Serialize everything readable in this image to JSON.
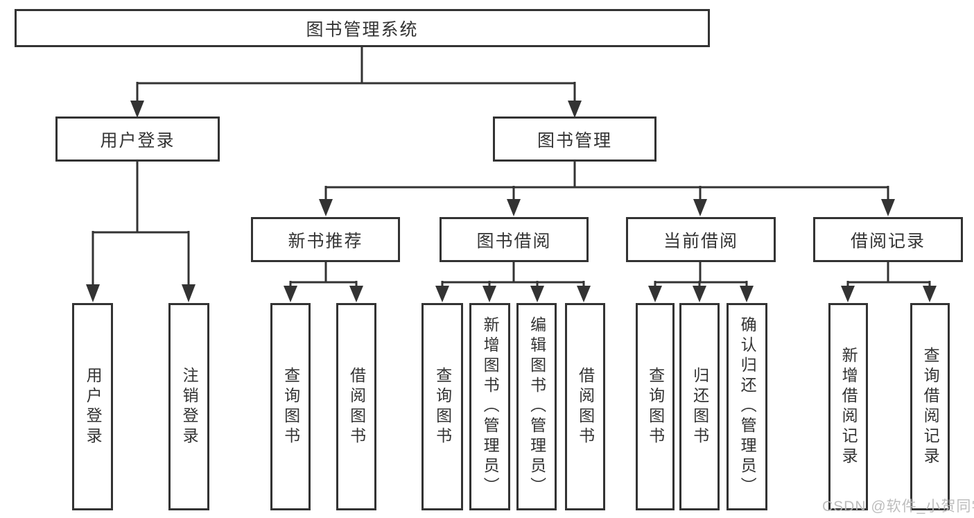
{
  "root": {
    "label": "图书管理系统"
  },
  "level2": {
    "user_login": {
      "label": "用户登录"
    },
    "book_management": {
      "label": "图书管理"
    }
  },
  "level3": {
    "new_book_recommend": {
      "label": "新书推荐"
    },
    "book_borrow": {
      "label": "图书借阅"
    },
    "current_borrow": {
      "label": "当前借阅"
    },
    "borrow_records": {
      "label": "借阅记录"
    }
  },
  "leaves": {
    "user_login": [
      "用户登录",
      "注销登录"
    ],
    "new_book_recommend": [
      "查询图书",
      "借阅图书"
    ],
    "book_borrow": [
      "查询图书",
      "新增图书（管理员）",
      "编辑图书（管理员）",
      "借阅图书"
    ],
    "current_borrow": [
      "查询图书",
      "归还图书",
      "确认归还（管理员）"
    ],
    "borrow_records": [
      "新增借阅记录",
      "查询借阅记录"
    ]
  },
  "watermark": "CSDN @软件_小贺同学",
  "colors": {
    "line": "#333333",
    "box_border": "#333333",
    "box_background": "#ffffff",
    "text": "#333333",
    "watermark": "#b9b9b9",
    "page_background": "#ffffff"
  }
}
